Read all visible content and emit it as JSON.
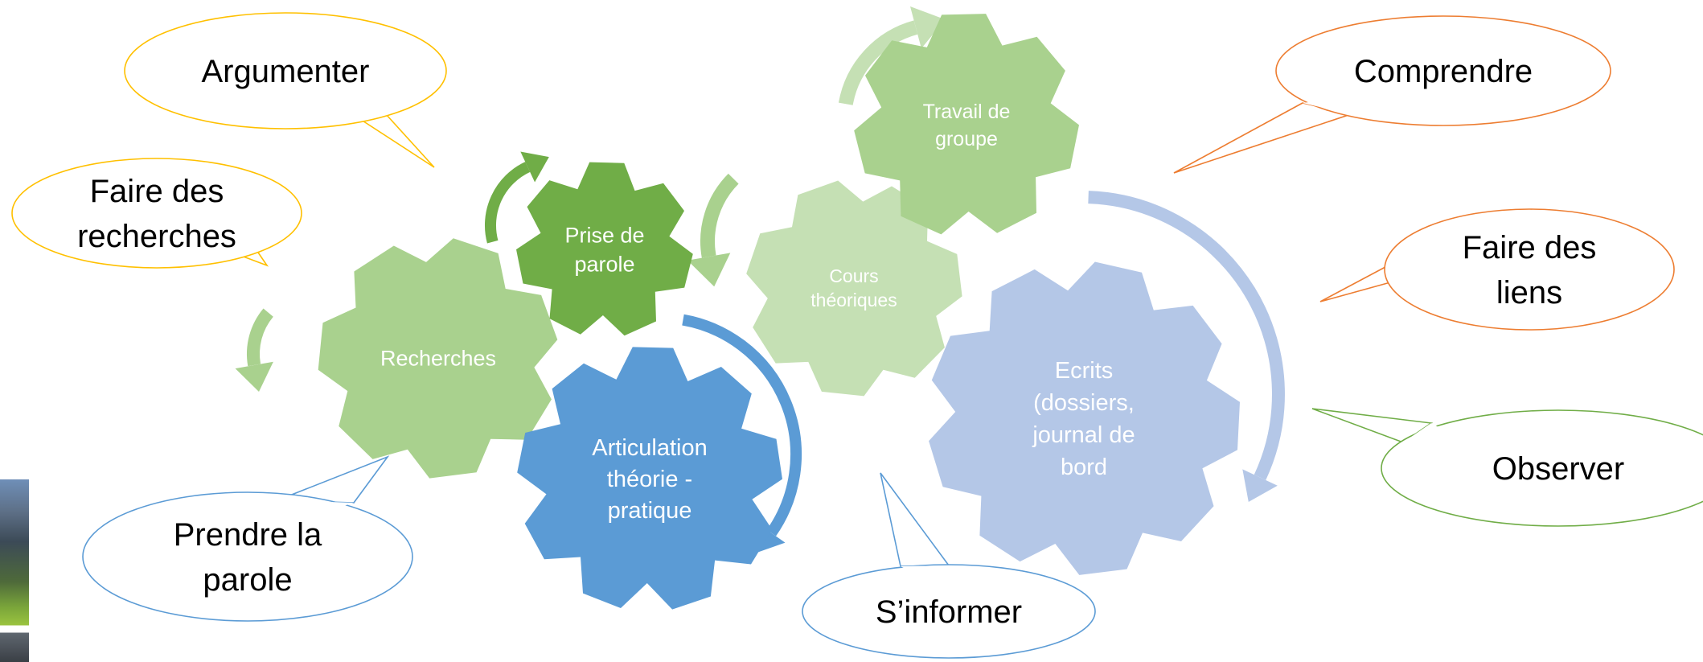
{
  "gears": [
    {
      "id": "recherches",
      "lines": [
        "Recherches"
      ]
    },
    {
      "id": "prise-de-parole",
      "lines": [
        "Prise de",
        "parole"
      ]
    },
    {
      "id": "cours-theoriques",
      "lines": [
        "Cours",
        "théoriques"
      ]
    },
    {
      "id": "travail-de-groupe",
      "lines": [
        "Travail de",
        "groupe"
      ]
    },
    {
      "id": "articulation",
      "lines": [
        "Articulation",
        "théorie -",
        "pratique"
      ]
    },
    {
      "id": "ecrits",
      "lines": [
        "Ecrits",
        "(dossiers,",
        "journal de",
        "bord"
      ]
    }
  ],
  "bubbles": [
    {
      "id": "argumenter",
      "lines": [
        "Argumenter"
      ]
    },
    {
      "id": "faire-des-recherches",
      "lines": [
        "Faire des",
        "recherches"
      ]
    },
    {
      "id": "prendre-la-parole",
      "lines": [
        "Prendre la",
        "parole"
      ]
    },
    {
      "id": "s-informer",
      "lines": [
        "S’informer"
      ]
    },
    {
      "id": "comprendre",
      "lines": [
        "Comprendre"
      ]
    },
    {
      "id": "faire-des-liens",
      "lines": [
        "Faire des",
        "liens"
      ]
    },
    {
      "id": "observer",
      "lines": [
        "Observer"
      ]
    }
  ],
  "colors": {
    "green_light": "#a9d18e",
    "green_dark": "#70ad47",
    "green_pale": "#c5e0b4",
    "blue": "#5b9bd5",
    "blue_pale": "#b4c7e7",
    "outline_yellow": "#ffc000",
    "outline_orange": "#ed7d31",
    "outline_green": "#70ad47",
    "outline_blue": "#5b9bd5"
  },
  "icons": [
    "building-photo"
  ]
}
